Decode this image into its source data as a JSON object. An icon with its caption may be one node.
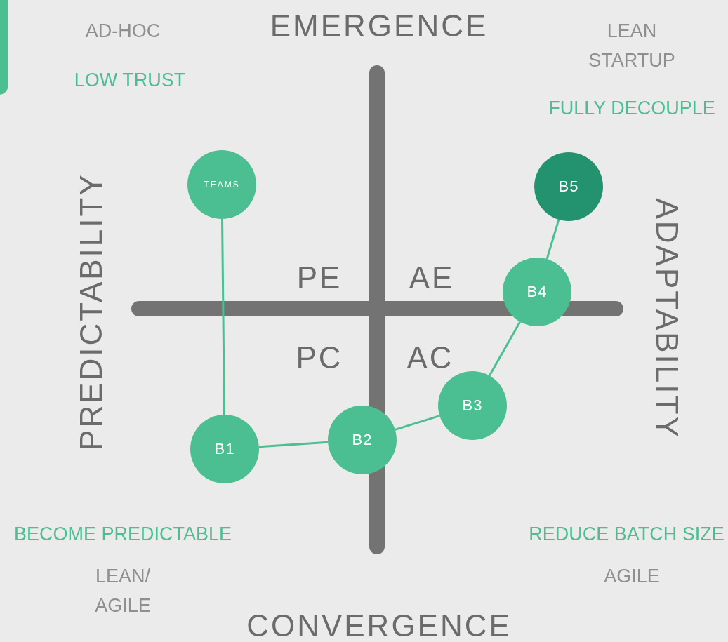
{
  "diagram": {
    "nodes": [
      {
        "text": [
          "TEAMS"
        ]
      },
      {
        "text": [
          "B1"
        ]
      },
      {
        "text": [
          "B2"
        ]
      },
      {
        "text": [
          "B3"
        ]
      },
      {
        "text": [
          "B4"
        ]
      },
      {
        "text": [
          "B5"
        ]
      }
    ],
    "edges": [
      {
        "from": 0,
        "to": 1,
        "arrow": "none"
      },
      {
        "from": 1,
        "to": 2,
        "arrow": "none"
      },
      {
        "from": 2,
        "to": 3,
        "arrow": "none"
      },
      {
        "from": 3,
        "to": 4,
        "arrow": "none"
      },
      {
        "from": 4,
        "to": 5,
        "arrow": "none"
      }
    ],
    "labels": [
      "AD-HOC",
      "EMERGENCE",
      "LEAN STARTUP",
      "LOW TRUST",
      "FULLY DECOUPLE",
      "PREDICTABILITY",
      "ADAPTABILITY",
      "PE",
      "AE",
      "PC",
      "AC",
      "BECOME PREDICTABLE",
      "REDUCE BATCH SIZE",
      "LEAN/ AGILE",
      "AGILE",
      "CONVERGENCE"
    ]
  }
}
